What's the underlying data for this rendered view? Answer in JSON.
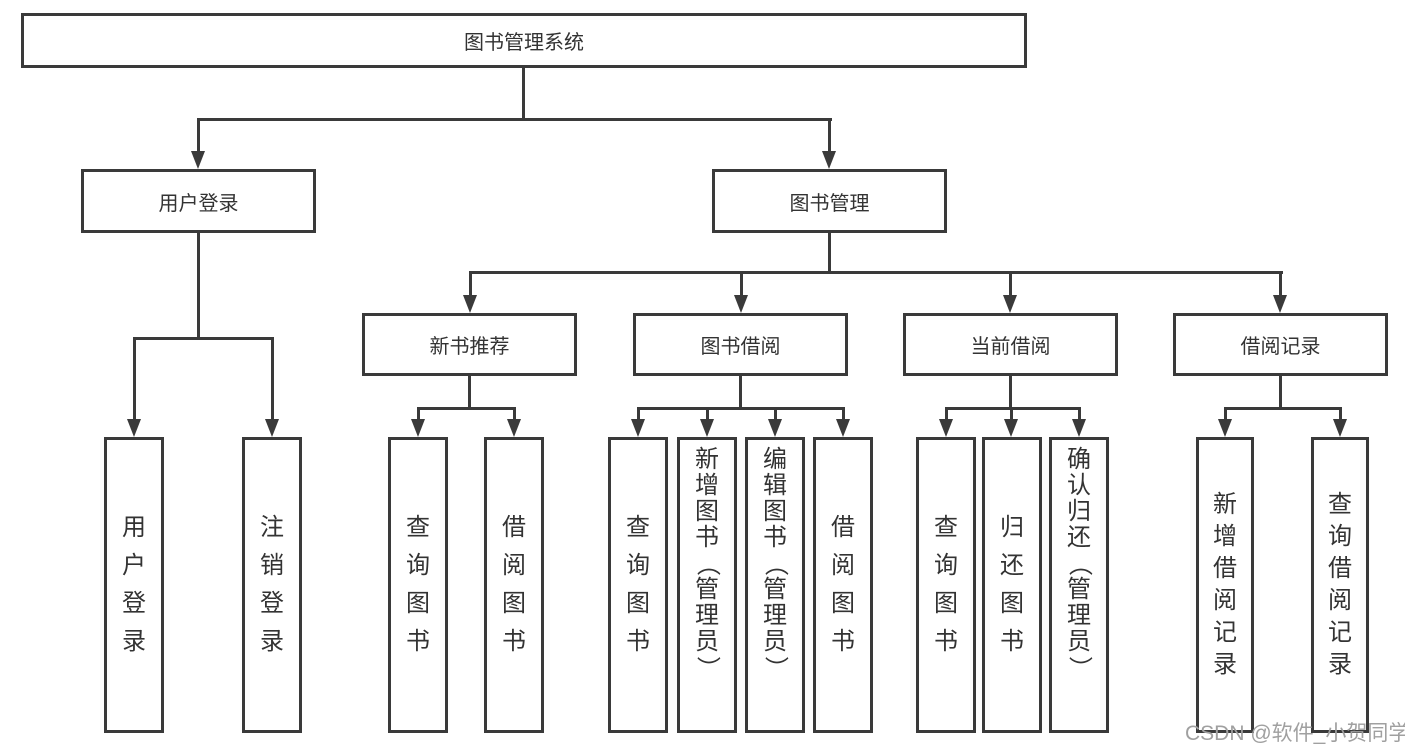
{
  "tree": {
    "root": {
      "label": "图书管理系统"
    },
    "branches": [
      {
        "label": "用户登录",
        "children": [
          {
            "label": "用户登录"
          },
          {
            "label": "注销登录"
          }
        ]
      },
      {
        "label": "图书管理",
        "children": [
          {
            "label": "新书推荐",
            "children": [
              {
                "label": "查询图书"
              },
              {
                "label": "借阅图书"
              }
            ]
          },
          {
            "label": "图书借阅",
            "children": [
              {
                "label": "查询图书"
              },
              {
                "label": "新增图书（管理员）"
              },
              {
                "label": "编辑图书（管理员）"
              },
              {
                "label": "借阅图书"
              }
            ]
          },
          {
            "label": "当前借阅",
            "children": [
              {
                "label": "查询图书"
              },
              {
                "label": "归还图书"
              },
              {
                "label": "确认归还（管理员）"
              }
            ]
          },
          {
            "label": "借阅记录",
            "children": [
              {
                "label": "新增借阅记录"
              },
              {
                "label": "查询借阅记录"
              }
            ]
          }
        ]
      }
    ]
  },
  "watermark": "CSDN @软件_小贺同学",
  "colors": {
    "line": "#3a3a3a",
    "text": "#333333",
    "watermark": "#a0a0a0",
    "background": "#ffffff"
  }
}
